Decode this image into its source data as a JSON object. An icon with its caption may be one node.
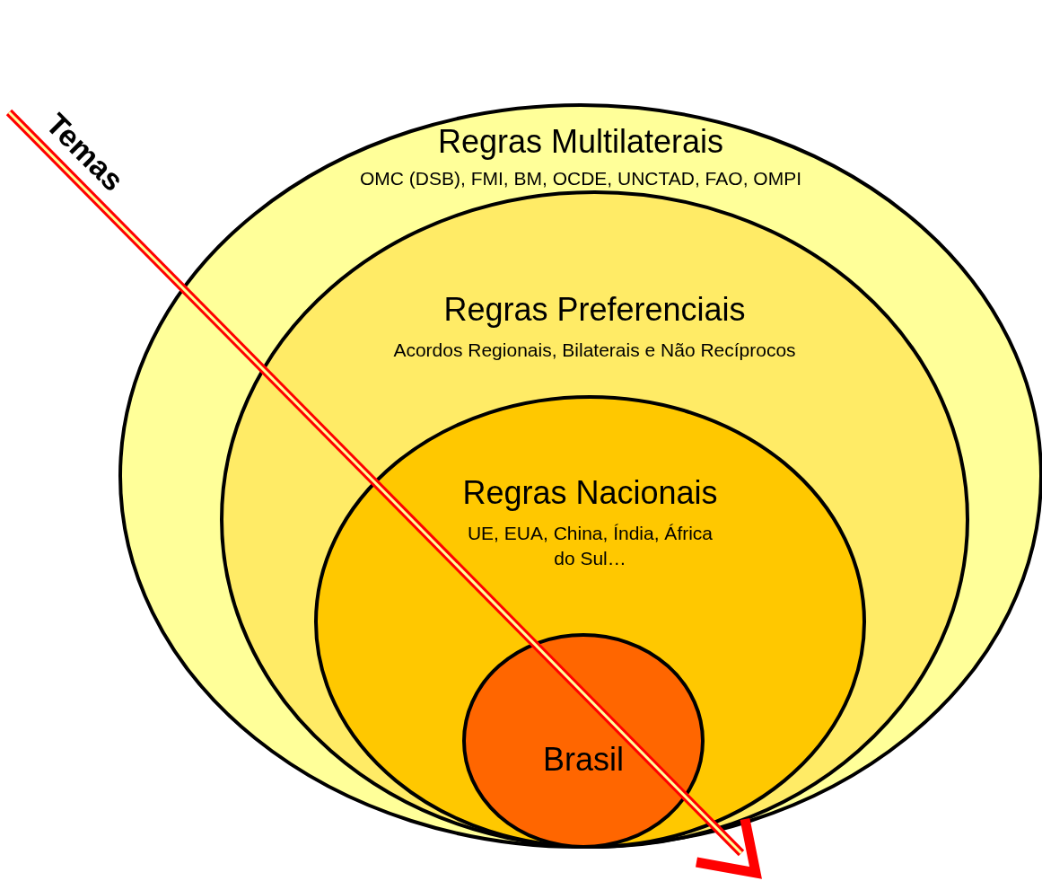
{
  "diagram": {
    "nodes": [
      {
        "text": [
          "Regras Multilaterais",
          "OMC (DSB), FMI, BM, OCDE, UNCTAD, FAO, OMPI"
        ]
      },
      {
        "text": [
          "Regras Preferenciais",
          "Acordos Regionais, Bilaterais e Não Recíprocos"
        ],
        "in": 0
      },
      {
        "text": [
          "Regras Nacionais",
          "UE, EUA, China, Índia, África do Sul…"
        ],
        "in": 1
      },
      {
        "text": [
          "Brasil"
        ],
        "in": 2
      }
    ],
    "edges": [],
    "labels": [
      "Temas"
    ]
  }
}
